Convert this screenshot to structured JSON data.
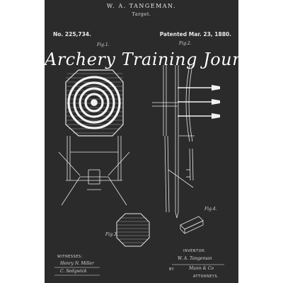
{
  "header": {
    "inventor_name": "W. A. TANGEMAN.",
    "subject": "Target.",
    "patent_number": "No. 225,734.",
    "patent_date": "Patented Mar. 23, 1880."
  },
  "title": "Archery Training Journal",
  "figures": {
    "fig1": "Fig.1.",
    "fig2": "Fig.2.",
    "fig3": "Fig.3.",
    "fig4": "Fig.4."
  },
  "captions": {
    "witnesses": "WITNESSES:",
    "inventor": "INVENTOR:",
    "attorneys": "ATTORNEYS."
  },
  "signatures": {
    "witness_1": "Henry N. Miller",
    "witness_2": "C. Sedgwick",
    "inventor_sig": "W. A. Tangeman",
    "attorney_prefix": "BY",
    "attorney_sig": "Munn & Co"
  },
  "colors": {
    "background": "#2b2b2b",
    "ink": "#e6e6e6"
  }
}
